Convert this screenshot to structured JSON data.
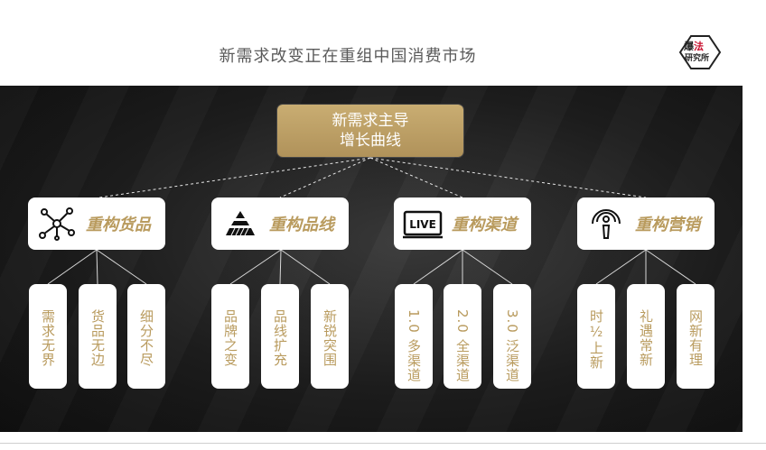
{
  "title": "新需求改变正在重组中国消费市场",
  "logo": {
    "line1a": "爆",
    "line1b": "法",
    "line2": "研究所"
  },
  "root": {
    "line1": "新需求主导",
    "line2": "增长曲线"
  },
  "categories": [
    {
      "label": "重构货品",
      "icon": "network-nodes-icon",
      "leaves": [
        "需求无界",
        "货品无边",
        "细分不尽"
      ]
    },
    {
      "label": "重构品线",
      "icon": "pyramid-icon",
      "leaves": [
        "品牌之变",
        "品线扩充",
        "新锐突围"
      ]
    },
    {
      "label": "重构渠道",
      "icon": "live-monitor-icon",
      "icon_text": "LIVE",
      "leaves": [
        "1.0 多渠道",
        "2.0 全渠道",
        "3.0 泛渠道"
      ]
    },
    {
      "label": "重构营销",
      "icon": "broadcast-person-icon",
      "leaves": [
        "时½上新",
        "礼遇常新",
        "网新有理"
      ]
    }
  ],
  "colors": {
    "gold": "#b99b5e",
    "root_gold": "#c0a167",
    "panel": "#1d1d1d"
  }
}
